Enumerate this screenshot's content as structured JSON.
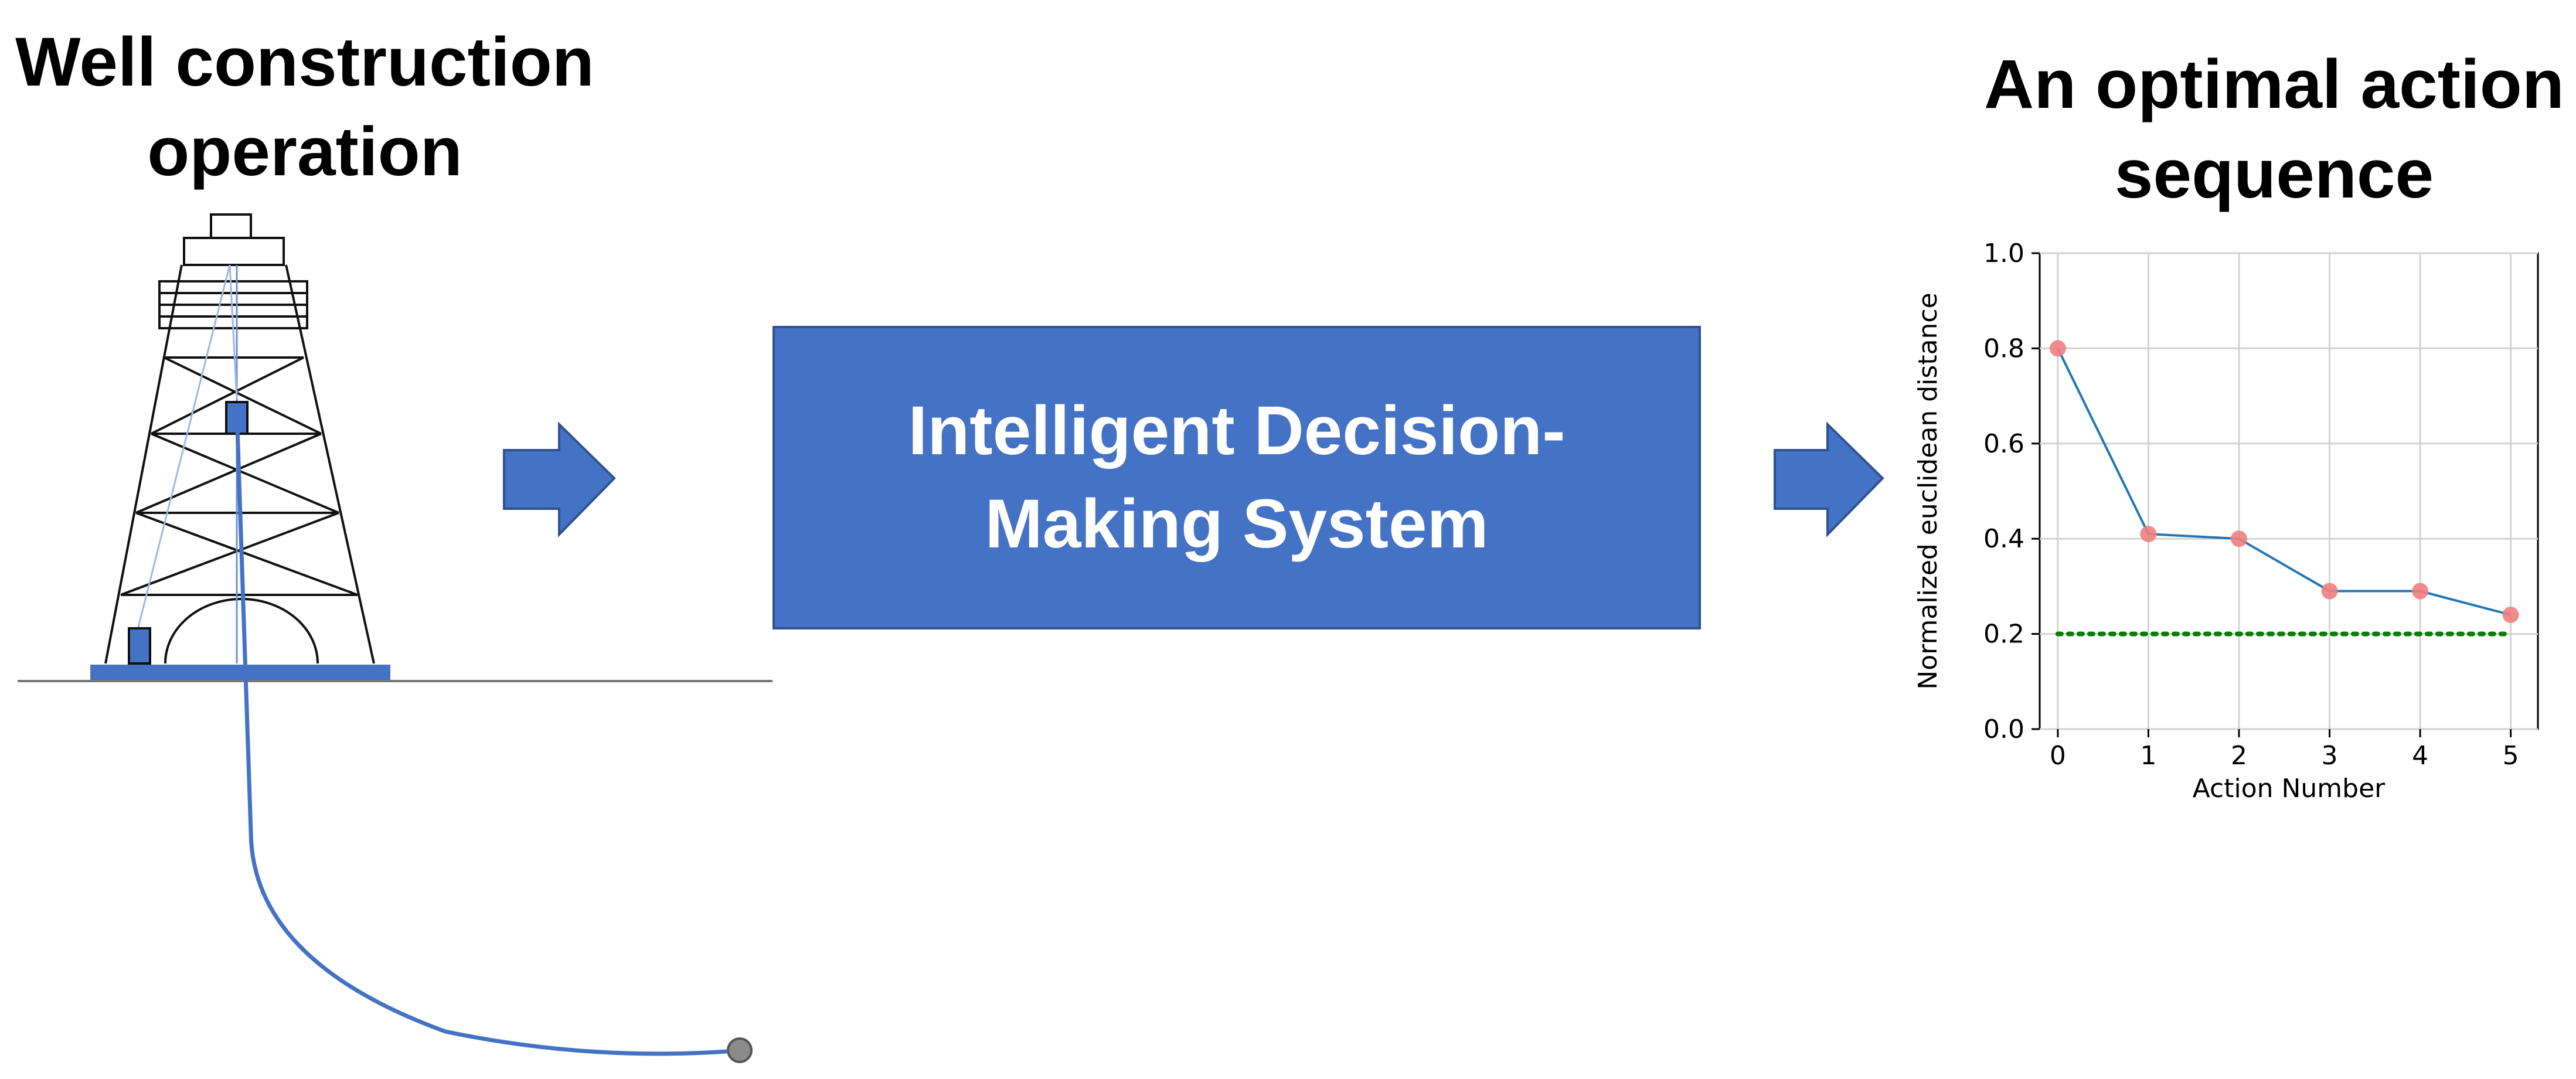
{
  "left_title": {
    "line1": "Well construction",
    "line2": "operation"
  },
  "center_box": {
    "line1": "Intelligent Decision-",
    "line2": "Making System"
  },
  "right_title": {
    "line1": "An optimal action",
    "line2": "sequence"
  },
  "colors": {
    "box_fill": "#4472c4",
    "box_border": "#2f528f",
    "line": "#1f77b4",
    "marker": "#f08080",
    "threshold": "#008000"
  },
  "chart_data": {
    "type": "line",
    "xlabel": "Action Number",
    "ylabel": "Normalized euclidean distance",
    "x": [
      0,
      1,
      2,
      3,
      4,
      5
    ],
    "y": [
      0.8,
      0.41,
      0.4,
      0.29,
      0.29,
      0.24
    ],
    "xlim": [
      -0.2,
      5.3
    ],
    "ylim": [
      0.0,
      1.0
    ],
    "xticks": [
      "0",
      "1",
      "2",
      "3",
      "4",
      "5"
    ],
    "yticks": [
      "0.0",
      "0.2",
      "0.4",
      "0.6",
      "0.8",
      "1.0"
    ],
    "threshold": 0.2,
    "grid": true
  }
}
